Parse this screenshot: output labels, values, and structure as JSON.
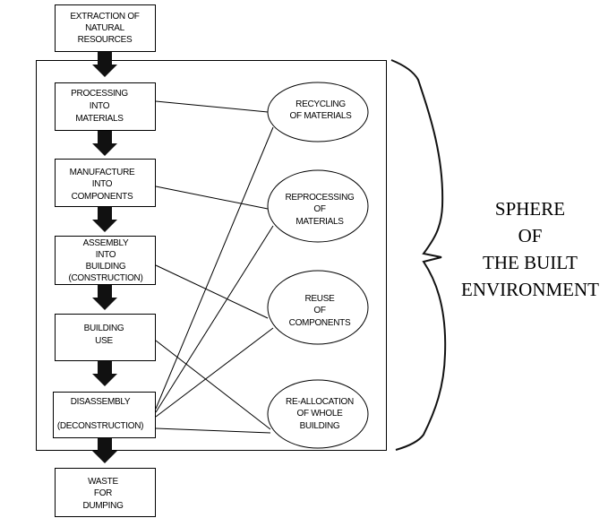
{
  "title": "Sphere of the Built Environment lifecycle diagram",
  "outer_boxes": {
    "top": {
      "lines": [
        "EXTRACTION OF",
        "NATURAL",
        "RESOURCES"
      ]
    },
    "bottom": {
      "lines": [
        "WASTE",
        "FOR",
        "DUMPING"
      ]
    }
  },
  "stages": [
    {
      "id": "processing",
      "lines": [
        "PROCESSING",
        "INTO",
        "MATERIALS"
      ]
    },
    {
      "id": "manufacture",
      "lines": [
        "MANUFACTURE",
        "INTO",
        "COMPONENTS"
      ]
    },
    {
      "id": "assembly",
      "lines": [
        "ASSEMBLY",
        "INTO",
        "BUILDING",
        "(CONSTRUCTION)"
      ]
    },
    {
      "id": "use",
      "lines": [
        "BUILDING",
        "USE"
      ]
    },
    {
      "id": "disassembly",
      "lines": [
        "DISASSEMBLY",
        "",
        "(DECONSTRUCTION)"
      ]
    }
  ],
  "loops": [
    {
      "id": "recycling",
      "lines": [
        "RECYCLING",
        "OF MATERIALS"
      ]
    },
    {
      "id": "reprocessing",
      "lines": [
        "REPROCESSING",
        "OF",
        "MATERIALS"
      ]
    },
    {
      "id": "reuse",
      "lines": [
        "REUSE",
        "OF",
        "COMPONENTS"
      ]
    },
    {
      "id": "reallocation",
      "lines": [
        "RE-ALLOCATION",
        "OF WHOLE",
        "BUILDING"
      ]
    }
  ],
  "connections": [
    {
      "from": "processing",
      "to": "recycling"
    },
    {
      "from": "manufacture",
      "to": "reprocessing"
    },
    {
      "from": "assembly",
      "to": "reuse"
    },
    {
      "from": "use",
      "to": "reallocation"
    },
    {
      "from": "disassembly",
      "to": "recycling"
    },
    {
      "from": "disassembly",
      "to": "reprocessing"
    },
    {
      "from": "disassembly",
      "to": "reuse"
    },
    {
      "from": "disassembly",
      "to": "reallocation"
    }
  ],
  "sphere_label": {
    "lines": [
      "SPHERE",
      "OF",
      "THE BUILT",
      "ENVIRONMENT"
    ]
  }
}
